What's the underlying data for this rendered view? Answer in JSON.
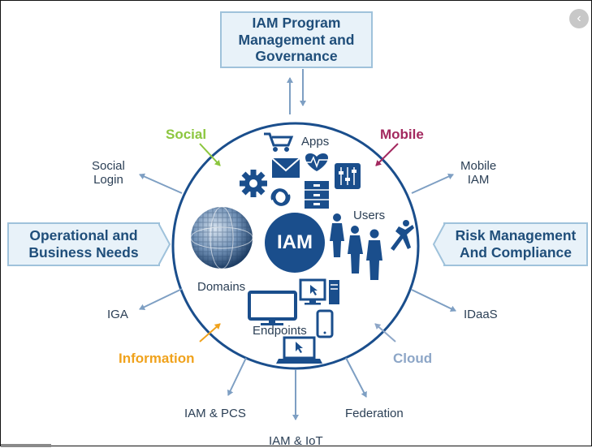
{
  "boxes": {
    "top_line1": "IAM Program",
    "top_line2": "Management and",
    "top_line3": "Governance",
    "left_line1": "Operational and",
    "left_line2": "Business Needs",
    "right_line1": "Risk Management",
    "right_line2": "And Compliance"
  },
  "center": {
    "label": "IAM"
  },
  "inner": {
    "apps": "Apps",
    "users": "Users",
    "domains": "Domains",
    "endpoints": "Endpoints"
  },
  "categories": {
    "social": "Social",
    "mobile": "Mobile",
    "information": "Information",
    "cloud": "Cloud"
  },
  "outer": {
    "social_login_1": "Social",
    "social_login_2": "Login",
    "mobile_iam_1": "Mobile",
    "mobile_iam_2": "IAM",
    "iga": "IGA",
    "idaas": "IDaaS",
    "iam_pcs": "IAM & PCS",
    "iam_iot": "IAM & IoT",
    "federation": "Federation"
  },
  "colors": {
    "navy": "#1a4e8c",
    "arrow": "#7e9fc3",
    "social": "#8cc63f",
    "mobile": "#a3295f",
    "information": "#f0a21c",
    "cloud": "#8da6c7"
  },
  "icons": [
    "cart-icon",
    "heart-pulse-icon",
    "envelope-icon",
    "sliders-icon",
    "gear-icon",
    "sync-icon",
    "file-cabinet-icon",
    "globe-icon",
    "monitor-icon",
    "desktop-tower-icon",
    "phone-icon",
    "laptop-icon",
    "people-icon"
  ]
}
